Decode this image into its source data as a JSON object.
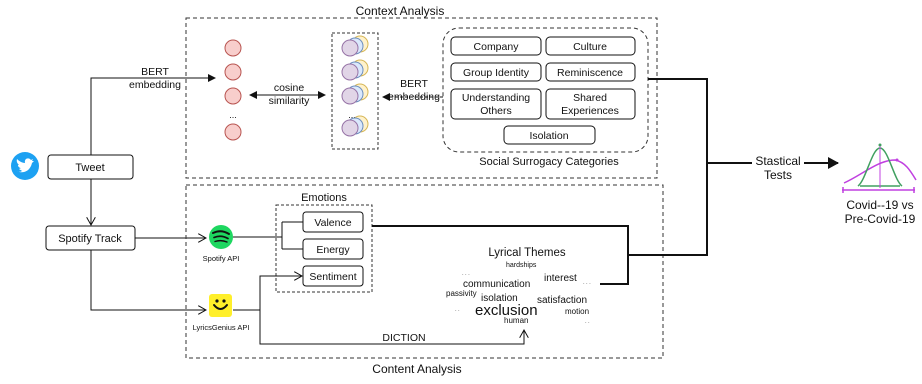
{
  "context_analysis": {
    "title": "Context Analysis",
    "cosine_label": [
      "cosine",
      "similarity"
    ],
    "bert_embedding_right": [
      "BERT",
      "embedding"
    ],
    "categories": [
      "Company",
      "Culture",
      "Group Identity",
      "Reminiscence",
      [
        "Understanding",
        "Others"
      ],
      [
        "Shared",
        "Experiences"
      ],
      "Isolation"
    ],
    "categories_caption": "Social Surrogacy Categories",
    "ellipsis": "..."
  },
  "left": {
    "bert_embedding": [
      "BERT",
      "embedding"
    ],
    "tweet": "Tweet",
    "spotify_track": "Spotify Track"
  },
  "content_analysis": {
    "title": "Content Analysis",
    "emotions_title": "Emotions",
    "emotions": [
      "Valence",
      "Energy",
      "Sentiment"
    ],
    "spotify_api": "Spotify API",
    "lyrics_api": "LyricsGenius API",
    "diction": "DICTION",
    "lyrical_themes_title": "Lyrical Themes",
    "wordcloud": [
      {
        "text": "hardships",
        "color": "#7a5a3c"
      },
      {
        "text": "interest",
        "color": "#c040c0"
      },
      {
        "text": "communication",
        "color": "#c060b0"
      },
      {
        "text": "passivity",
        "color": "#7a3d8c"
      },
      {
        "text": "isolation",
        "color": "#b050c8"
      },
      {
        "text": "satisfaction",
        "color": "#b040b0"
      },
      {
        "text": "exclusion",
        "color": "#d43cd4"
      },
      {
        "text": "motion",
        "color": "#9050a0"
      },
      {
        "text": "human",
        "color": "#8060a0"
      }
    ]
  },
  "right": {
    "tests": [
      "Stastical",
      "Tests"
    ],
    "result": [
      "Covid--19 vs",
      "Pre-Covid-19"
    ]
  },
  "colors": {
    "node_fill": "#f8cecc",
    "node_stroke": "#b85450",
    "stack_purple": "#e1d5e7",
    "stack_blue": "#dae8fc",
    "stack_yellow": "#fff2cc",
    "twitter_blue": "#1da1f2",
    "spotify_green": "#1ed760",
    "genius_yellow": "#ffef2a",
    "dist_purple": "#c040e0",
    "dist_green": "#40a060"
  }
}
